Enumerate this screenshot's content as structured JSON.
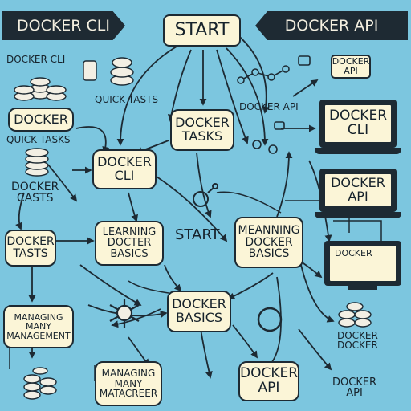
{
  "banners": {
    "left": "DOCKER CLI",
    "center": "START",
    "right": "DOCKER API"
  },
  "nodes": {
    "docker_cli_box": "DOCKER CLI",
    "docker_tasks_box": [
      "DOCKER",
      "TASKS"
    ],
    "learning_box": [
      "LEARNING",
      "DOCTER",
      "BASICS"
    ],
    "meaning_box": [
      "MEANNING",
      "DOCKER",
      "BASICS"
    ],
    "basics_box": [
      "DOCKER",
      "BASICS"
    ],
    "docker_api_box": [
      "DOCKER",
      "API"
    ],
    "managing_box": [
      "MANAGING",
      "MANY",
      "MATACREER"
    ],
    "left_docker": "DOCKER",
    "left_tasts": [
      "DOCKER",
      "TASTS"
    ],
    "left_managing": [
      "MANAGING",
      "MANY",
      "MANAGEMENT"
    ]
  },
  "labels": {
    "docker_cli_small": "DOCKER CLI",
    "quick_tasts": "QUICK TASTS",
    "quick_tasks": "QUICK TASKS",
    "docker_casts": [
      "DOCKER",
      "CASTS"
    ],
    "start_mid": "START",
    "docker_api_small": "DOCKER API",
    "docker_docker": [
      "DOCKER",
      "DOCKER"
    ],
    "docker_api_right": [
      "DOCKER",
      "API"
    ]
  },
  "screens": {
    "api_tag": [
      "DOCKER",
      "API"
    ],
    "laptop1": [
      "DOCKER",
      "CLI"
    ],
    "laptop2": [
      "DOCKER",
      "API"
    ],
    "laptop3": "DOCKER"
  },
  "icons": [
    "database-icon",
    "gear-icon",
    "network-icon",
    "laptop-icon",
    "monitor-icon"
  ],
  "colors": {
    "background": "#7cc6df",
    "box_fill": "#fbf5d7",
    "ink": "#1d2a33",
    "banner": "#1e2a33"
  }
}
